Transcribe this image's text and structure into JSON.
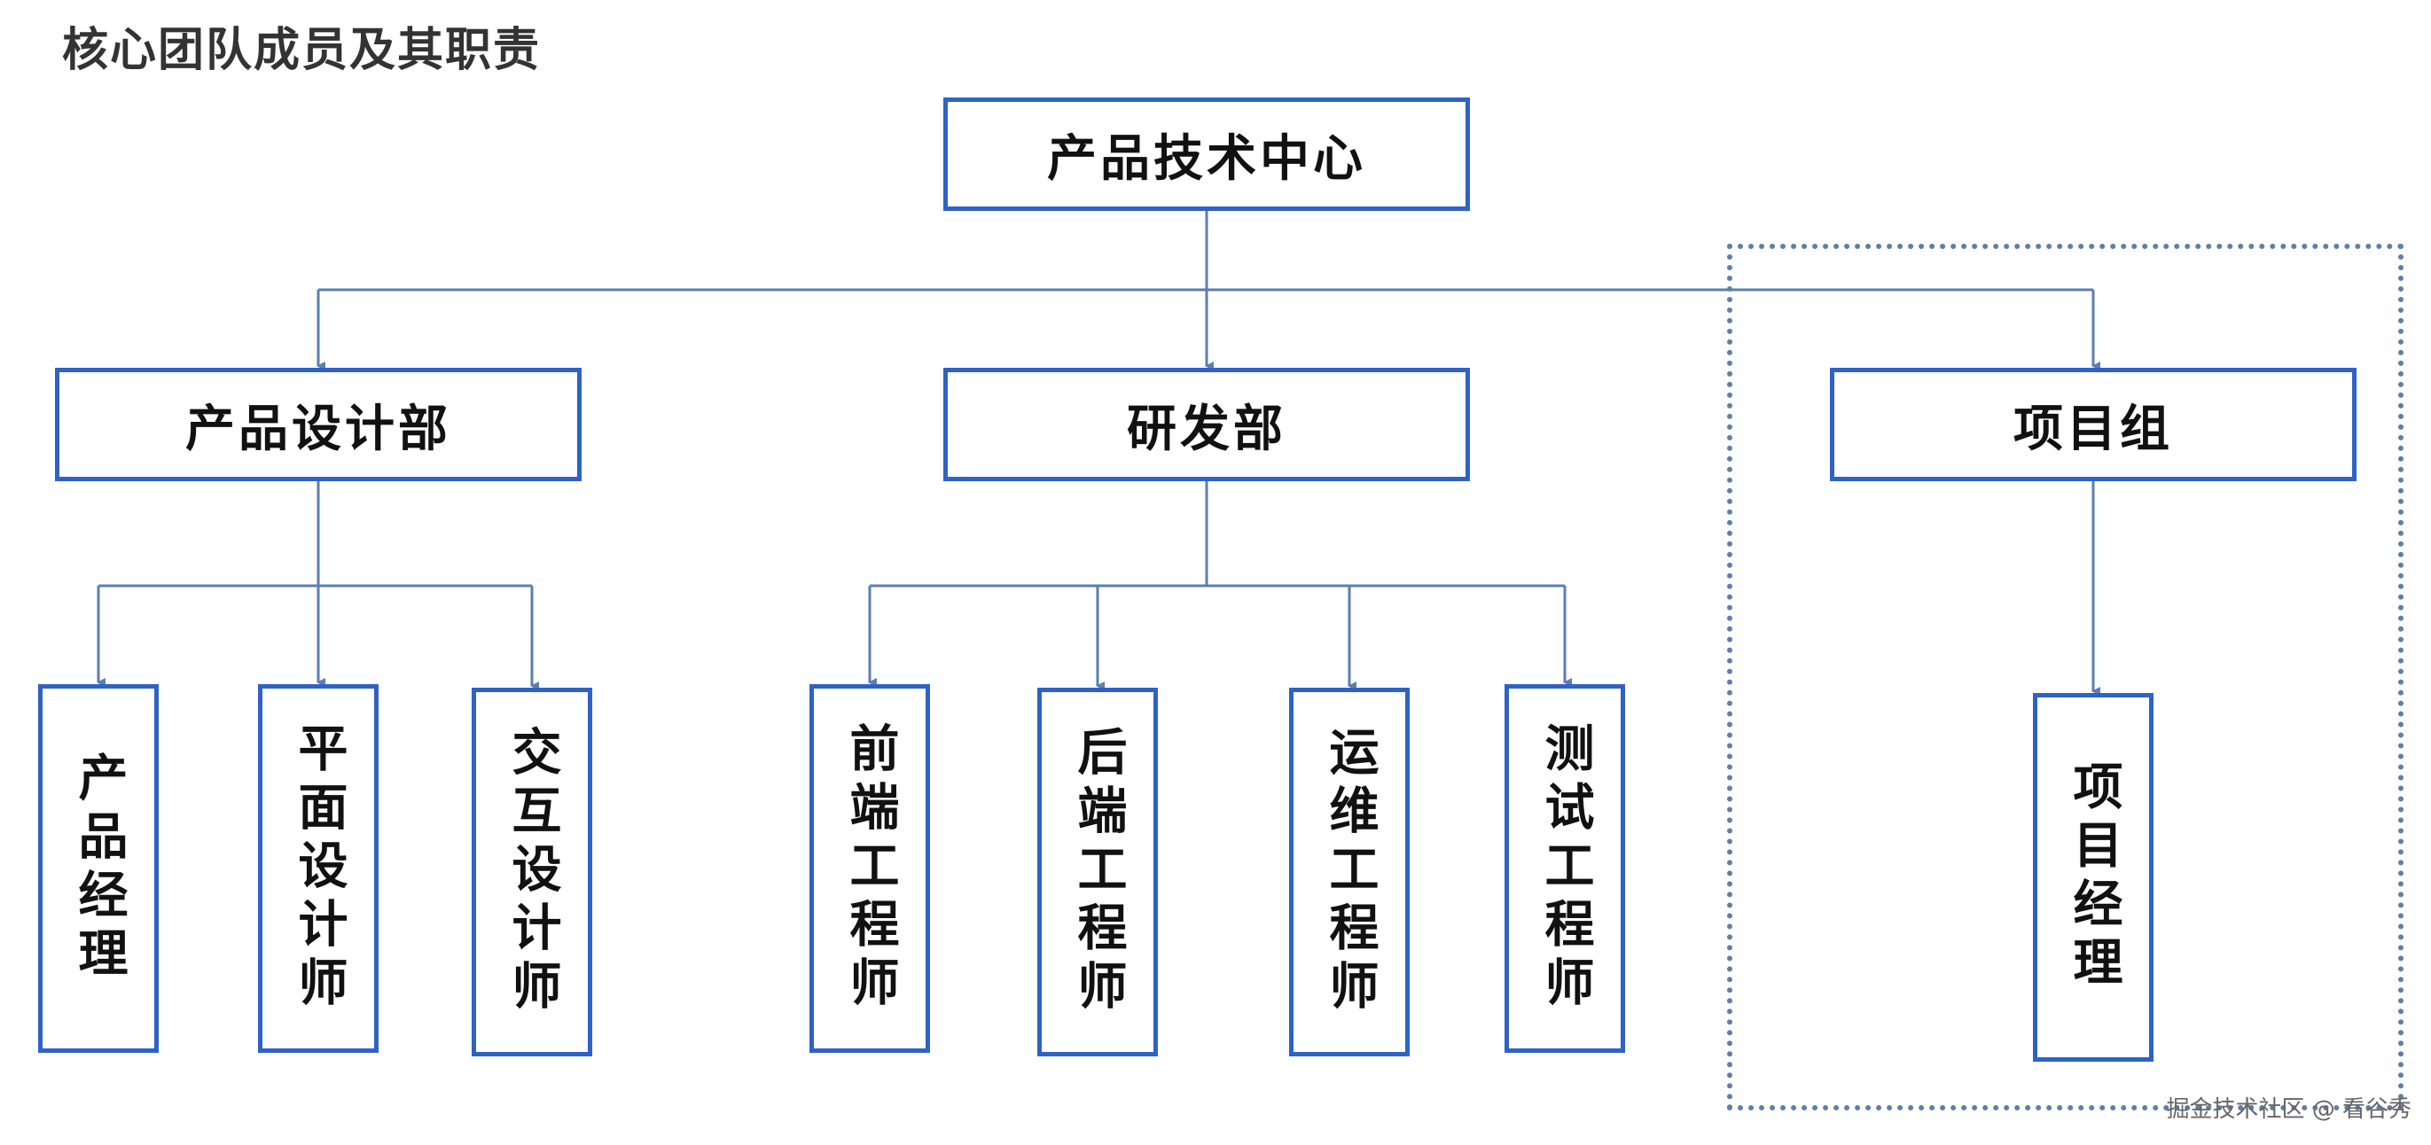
{
  "page": {
    "title": "核心团队成员及其职责",
    "watermark": "掘金技术社区 @ 看谷秀"
  },
  "colors": {
    "box_border": "#2f62c6",
    "connector": "#5b7faf",
    "group_outline": "#5d7fa8",
    "title_text": "#333333"
  },
  "org_chart": {
    "root": {
      "label": "产品技术中心"
    },
    "departments": [
      {
        "id": "product",
        "label": "产品设计部",
        "roles": [
          {
            "label": "产品经理"
          },
          {
            "label": "平面设计师"
          },
          {
            "label": "交互设计师"
          }
        ]
      },
      {
        "id": "rd",
        "label": "研发部",
        "roles": [
          {
            "label": "前端工程师"
          },
          {
            "label": "后端工程师"
          },
          {
            "label": "运维工程师"
          },
          {
            "label": "测试工程师"
          }
        ]
      },
      {
        "id": "project",
        "label": "项目组",
        "roles": [
          {
            "label": "项目经理"
          }
        ]
      }
    ]
  }
}
